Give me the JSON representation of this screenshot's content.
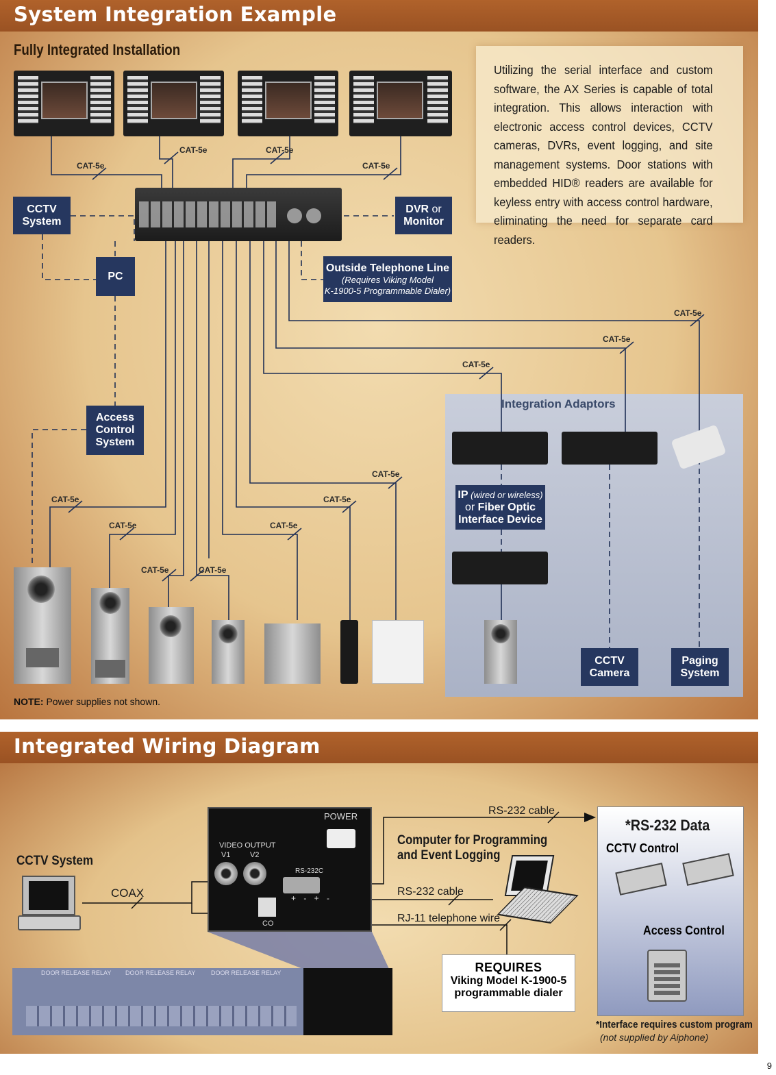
{
  "section1": {
    "title": "System Integration Example",
    "subtitle": "Fully Integrated Installation",
    "description": "Utilizing the serial interface and custom software, the AX Series is capable of total integration. This allows interaction with electronic access control devices, CCTV cameras, DVRs, event logging, and site management systems. Door stations with embedded HID® readers are available for keyless entry with access control hardware, eliminating the need for separate card readers.",
    "boxes": {
      "cctv_system": [
        "CCTV",
        "System"
      ],
      "dvr_monitor_bold": "DVR",
      "dvr_monitor_or": " or",
      "dvr_monitor_line2": "Monitor",
      "pc": "PC",
      "outside_phone": "Outside Telephone Line",
      "outside_phone_note1": "(Requires Viking Model",
      "outside_phone_note2": "K-1900-5 Programmable Dialer)",
      "access_control": [
        "Access",
        "Control",
        "System"
      ],
      "ip_bold": "IP",
      "ip_ital": " (wired or wireless)",
      "ip_or": "or ",
      "ip_fiber": "Fiber Optic",
      "ip_line3": "Interface Device",
      "cctv_camera": [
        "CCTV",
        "Camera"
      ],
      "paging_system": [
        "Paging",
        "System"
      ]
    },
    "adaptors_title": "Integration Adaptors",
    "cable_label": "CAT-5e",
    "note_bold": "NOTE:",
    "note_text": " Power supplies not shown."
  },
  "section2": {
    "title": "Integrated Wiring Diagram",
    "cctv_system": "CCTV System",
    "coax": "COAX",
    "power": "POWER",
    "video_output": "VIDEO OUTPUT",
    "v1": "V1",
    "v2": "V2",
    "rs232c": "RS-232C",
    "co": "CO",
    "rs232_cable_top": "RS-232 cable",
    "computer_label": "Computer for Programming and Event Logging",
    "computer_line1": "Computer for Programming",
    "computer_line2": "and Event Logging",
    "rs232_cable_mid": "RS-232 cable",
    "rj11": "RJ-11 telephone wire",
    "requires_title": "REQUIRES",
    "requires_line1": "Viking Model K-1900-5",
    "requires_line2": "programmable dialer",
    "rs232_data_title": "*RS-232 Data",
    "cctv_control": "CCTV Control",
    "access_control": "Access Control",
    "footnote": "*Interface requires custom program",
    "footnote_note": "(not supplied by Aiphone)",
    "door_release_relay": "DOOR RELEASE RELAY",
    "plus_minus": "+ - + -"
  },
  "page_number": "9",
  "colors": {
    "banner": "#a5582a",
    "box_blue": "#26375f",
    "panel_tan": "#e6c58e",
    "adaptor_area": "#b8bfd0"
  }
}
